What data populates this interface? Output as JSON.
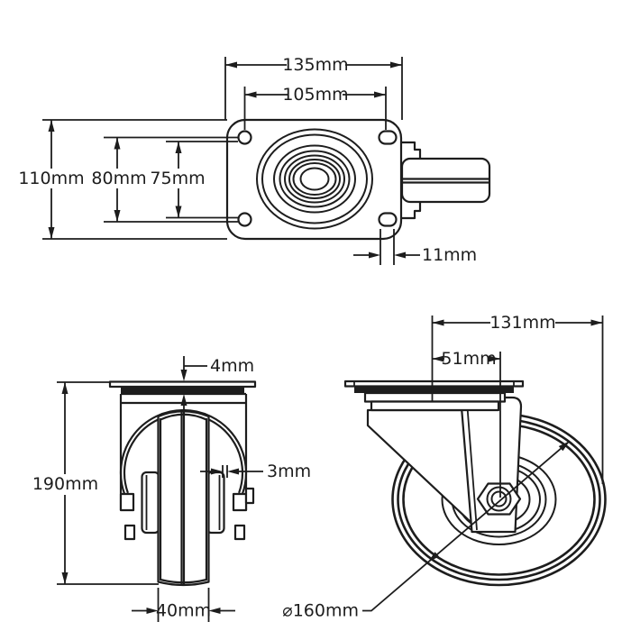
{
  "colors": {
    "line": "#1d1d1d",
    "background": "#ffffff"
  },
  "views": {
    "top_plate": {
      "plate_width": "135mm",
      "hole_spacing_width": "105mm",
      "plate_depth": "110mm",
      "hole_spacing_depth_outer": "80mm",
      "hole_spacing_depth_inner": "75mm",
      "hole_diameter": "11mm"
    },
    "front": {
      "plate_thickness": "4mm",
      "fork_thickness": "3mm",
      "overall_height": "190mm",
      "wheel_width": "40mm"
    },
    "side": {
      "overall_length": "131mm",
      "swivel_offset": "51mm",
      "wheel_diameter": "⌀160mm"
    }
  }
}
